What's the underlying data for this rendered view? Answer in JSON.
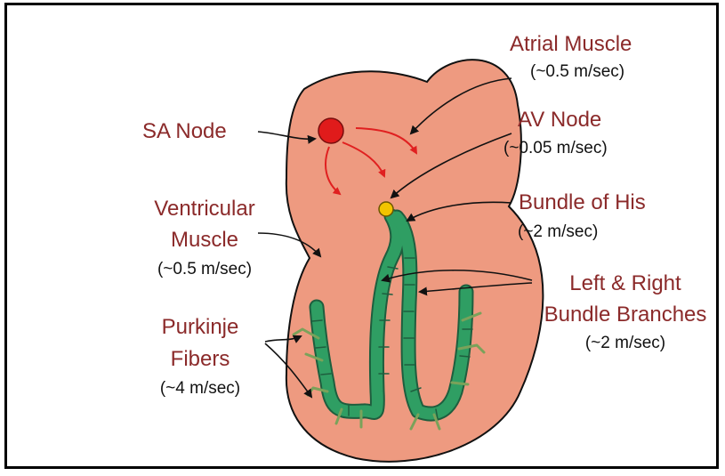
{
  "colors": {
    "heart": "#ee9a80",
    "heart_outline": "#111111",
    "sa_node": "#e01b1b",
    "av_node": "#f2c400",
    "conduction": "#2f9e63",
    "label_text": "#8b2a2a",
    "arrow_red": "#e02020"
  },
  "labels": {
    "atrial_muscle": {
      "name": "Atrial Muscle",
      "speed": "(~0.5 m/sec)"
    },
    "sa_node": {
      "name": "SA Node"
    },
    "av_node": {
      "name": "AV Node",
      "speed": "(~0.05 m/sec)"
    },
    "bundle_of_his": {
      "name": "Bundle of His",
      "speed": "(~2 m/sec)"
    },
    "ventricular_muscle": {
      "name_line1": "Ventricular",
      "name_line2": "Muscle",
      "speed": "(~0.5 m/sec)"
    },
    "bundle_branches": {
      "name_line1": "Left & Right",
      "name_line2": "Bundle Branches",
      "speed": "(~2 m/sec)"
    },
    "purkinje_fibers": {
      "name_line1": "Purkinje",
      "name_line2": "Fibers",
      "speed": "(~4 m/sec)"
    }
  }
}
